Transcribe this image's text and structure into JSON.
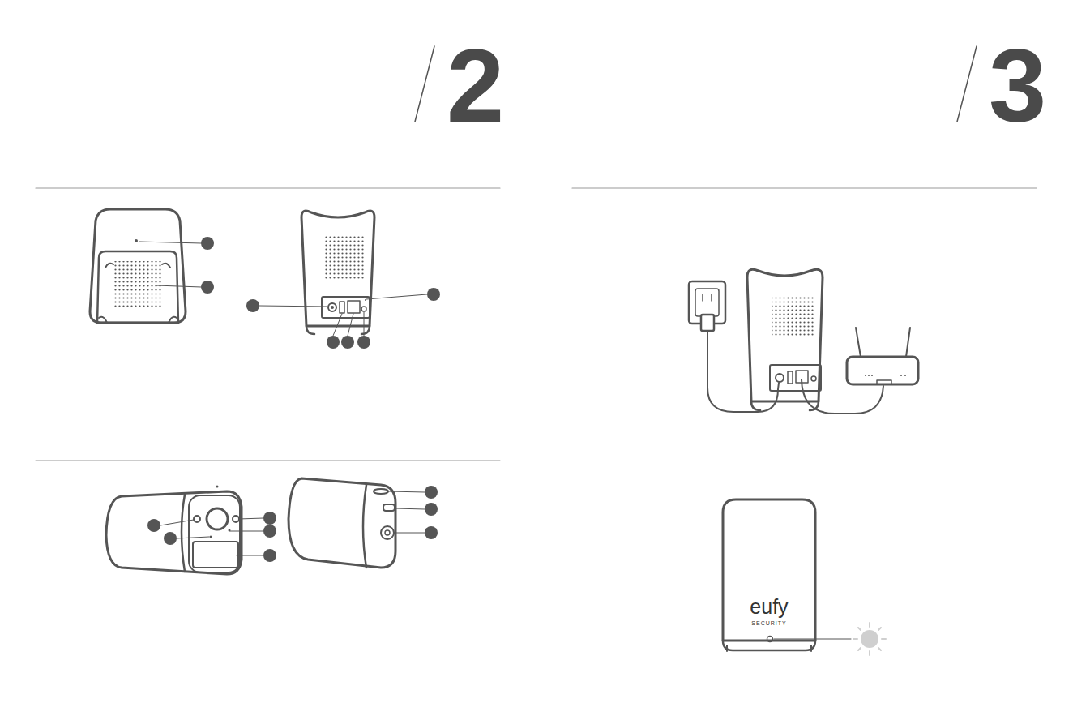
{
  "diagram": {
    "labels": [
      "2",
      "3",
      "eufy",
      "SECURITY"
    ]
  }
}
